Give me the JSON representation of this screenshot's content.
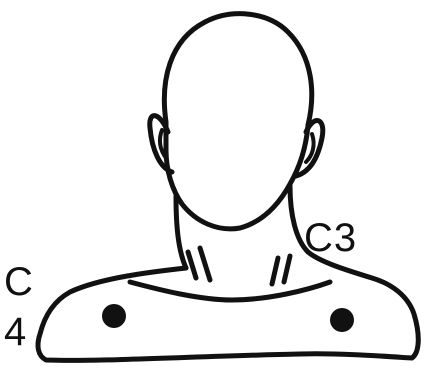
{
  "labels": {
    "c3": "C3",
    "c4_letter": "C",
    "c4_number": "4"
  },
  "colors": {
    "ink": "#111111",
    "background": "#ffffff"
  }
}
